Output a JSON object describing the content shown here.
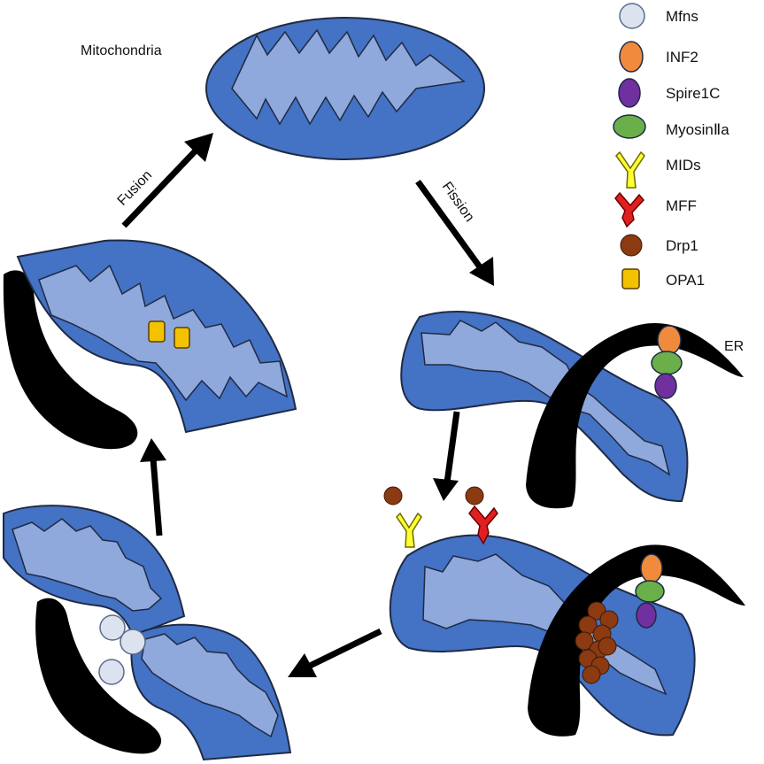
{
  "labels": {
    "mitochondria": "Mitochondria",
    "fusion": "Fusion",
    "fission": "Fission",
    "er": "ER"
  },
  "legend": [
    {
      "label": "Mfns",
      "color": "#dde3ee",
      "icon": "circle-icon"
    },
    {
      "label": "INF2",
      "color": "#f08a3c",
      "icon": "oval-icon"
    },
    {
      "label": "Spire1C",
      "color": "#7030a0",
      "icon": "oval-icon"
    },
    {
      "label": "MyosinⅡa",
      "color": "#6aaf4a",
      "icon": "oval-icon"
    },
    {
      "label": "MIDs",
      "color": "#ffff33",
      "icon": "y-receptor-icon"
    },
    {
      "label": "MFF",
      "color": "#e02020",
      "icon": "mff-receptor-icon"
    },
    {
      "label": "Drp1",
      "color": "#8b3a12",
      "icon": "circle-icon"
    },
    {
      "label": "OPA1",
      "color": "#f2c200",
      "icon": "rounded-rect-icon"
    }
  ],
  "colors": {
    "mito_outer": "#4472c4",
    "mito_inner": "#8fa9dc",
    "er": "#000000"
  }
}
